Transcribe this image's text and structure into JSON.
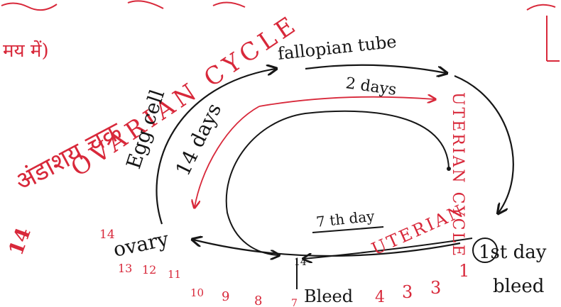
{
  "colors": {
    "ink_black": "#161616",
    "ink_red": "#d8283a",
    "background": "#ffffff"
  },
  "top_left_fragment": "मय में)",
  "hindi_ovarian_label": "अंडाशय चक्र",
  "ovarian_cycle_label": "OVARIAN CYCLE",
  "uterian_cycle_right_label": "UTERIAN CYCLE",
  "uterian_cycle_bottom_label": "UTERIAN",
  "fallopian_label": "fallopian tube",
  "two_days_label": "2 days",
  "egg_cell_label": "Egg cell",
  "fourteen_days_label": "14 days",
  "ovary_label": "ovary",
  "seventh_day_label": "7 th day",
  "first_day_label": "1st day",
  "bleed_right_label": "bleed",
  "bleed_bottom_label": "Bleed",
  "big_14_label": "14",
  "ovary_14_label": "14",
  "mark_14_label": "14",
  "day_numbers": [
    "13",
    "12",
    "11",
    "10",
    "9",
    "8",
    "7",
    "4",
    "3",
    "3",
    "1"
  ]
}
